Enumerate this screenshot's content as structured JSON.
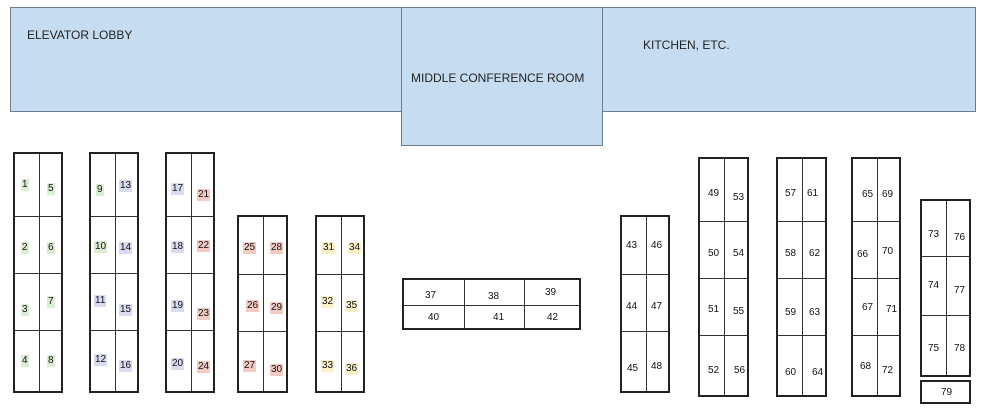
{
  "rooms": {
    "elevator_lobby": "ELEVATOR LOBBY",
    "middle_conference": "MIDDLE CONFERENCE ROOM",
    "kitchen": "KITCHEN, ETC."
  },
  "desks": {
    "d1": "1",
    "d2": "2",
    "d3": "3",
    "d4": "4",
    "d5": "5",
    "d6": "6",
    "d7": "7",
    "d8": "8",
    "d9": "9",
    "d10": "10",
    "d11": "11",
    "d12": "12",
    "d13": "13",
    "d14": "14",
    "d15": "15",
    "d16": "16",
    "d17": "17",
    "d18": "18",
    "d19": "19",
    "d20": "20",
    "d21": "21",
    "d22": "22",
    "d23": "23",
    "d24": "24",
    "d25": "25",
    "d26": "26",
    "d27": "27",
    "d28": "28",
    "d29": "29",
    "d30": "30",
    "d31": "31",
    "d32": "32",
    "d33": "33",
    "d34": "34",
    "d35": "35",
    "d36": "36",
    "d37": "37",
    "d38": "38",
    "d39": "39",
    "d40": "40",
    "d41": "41",
    "d42": "42",
    "d43": "43",
    "d44": "44",
    "d45": "45",
    "d46": "46",
    "d47": "47",
    "d48": "48",
    "d49": "49",
    "d50": "50",
    "d51": "51",
    "d52": "52",
    "d53": "53",
    "d54": "54",
    "d55": "55",
    "d56": "56",
    "d57": "57",
    "d58": "58",
    "d59": "59",
    "d60": "60",
    "d61": "61",
    "d62": "62",
    "d63": "63",
    "d64": "64",
    "d65": "65",
    "d66": "66",
    "d67": "67",
    "d68": "68",
    "d69": "69",
    "d70": "70",
    "d71": "71",
    "d72": "72",
    "d73": "73",
    "d74": "74",
    "d75": "75",
    "d76": "76",
    "d77": "77",
    "d78": "78",
    "d79": "79"
  },
  "colors": {
    "room_fill": "#c6dcf1",
    "highlight_green": "#dbeed4",
    "highlight_purple": "#d9dcf0",
    "highlight_red": "#f3cbc3",
    "highlight_yellow": "#fbf0c7"
  }
}
